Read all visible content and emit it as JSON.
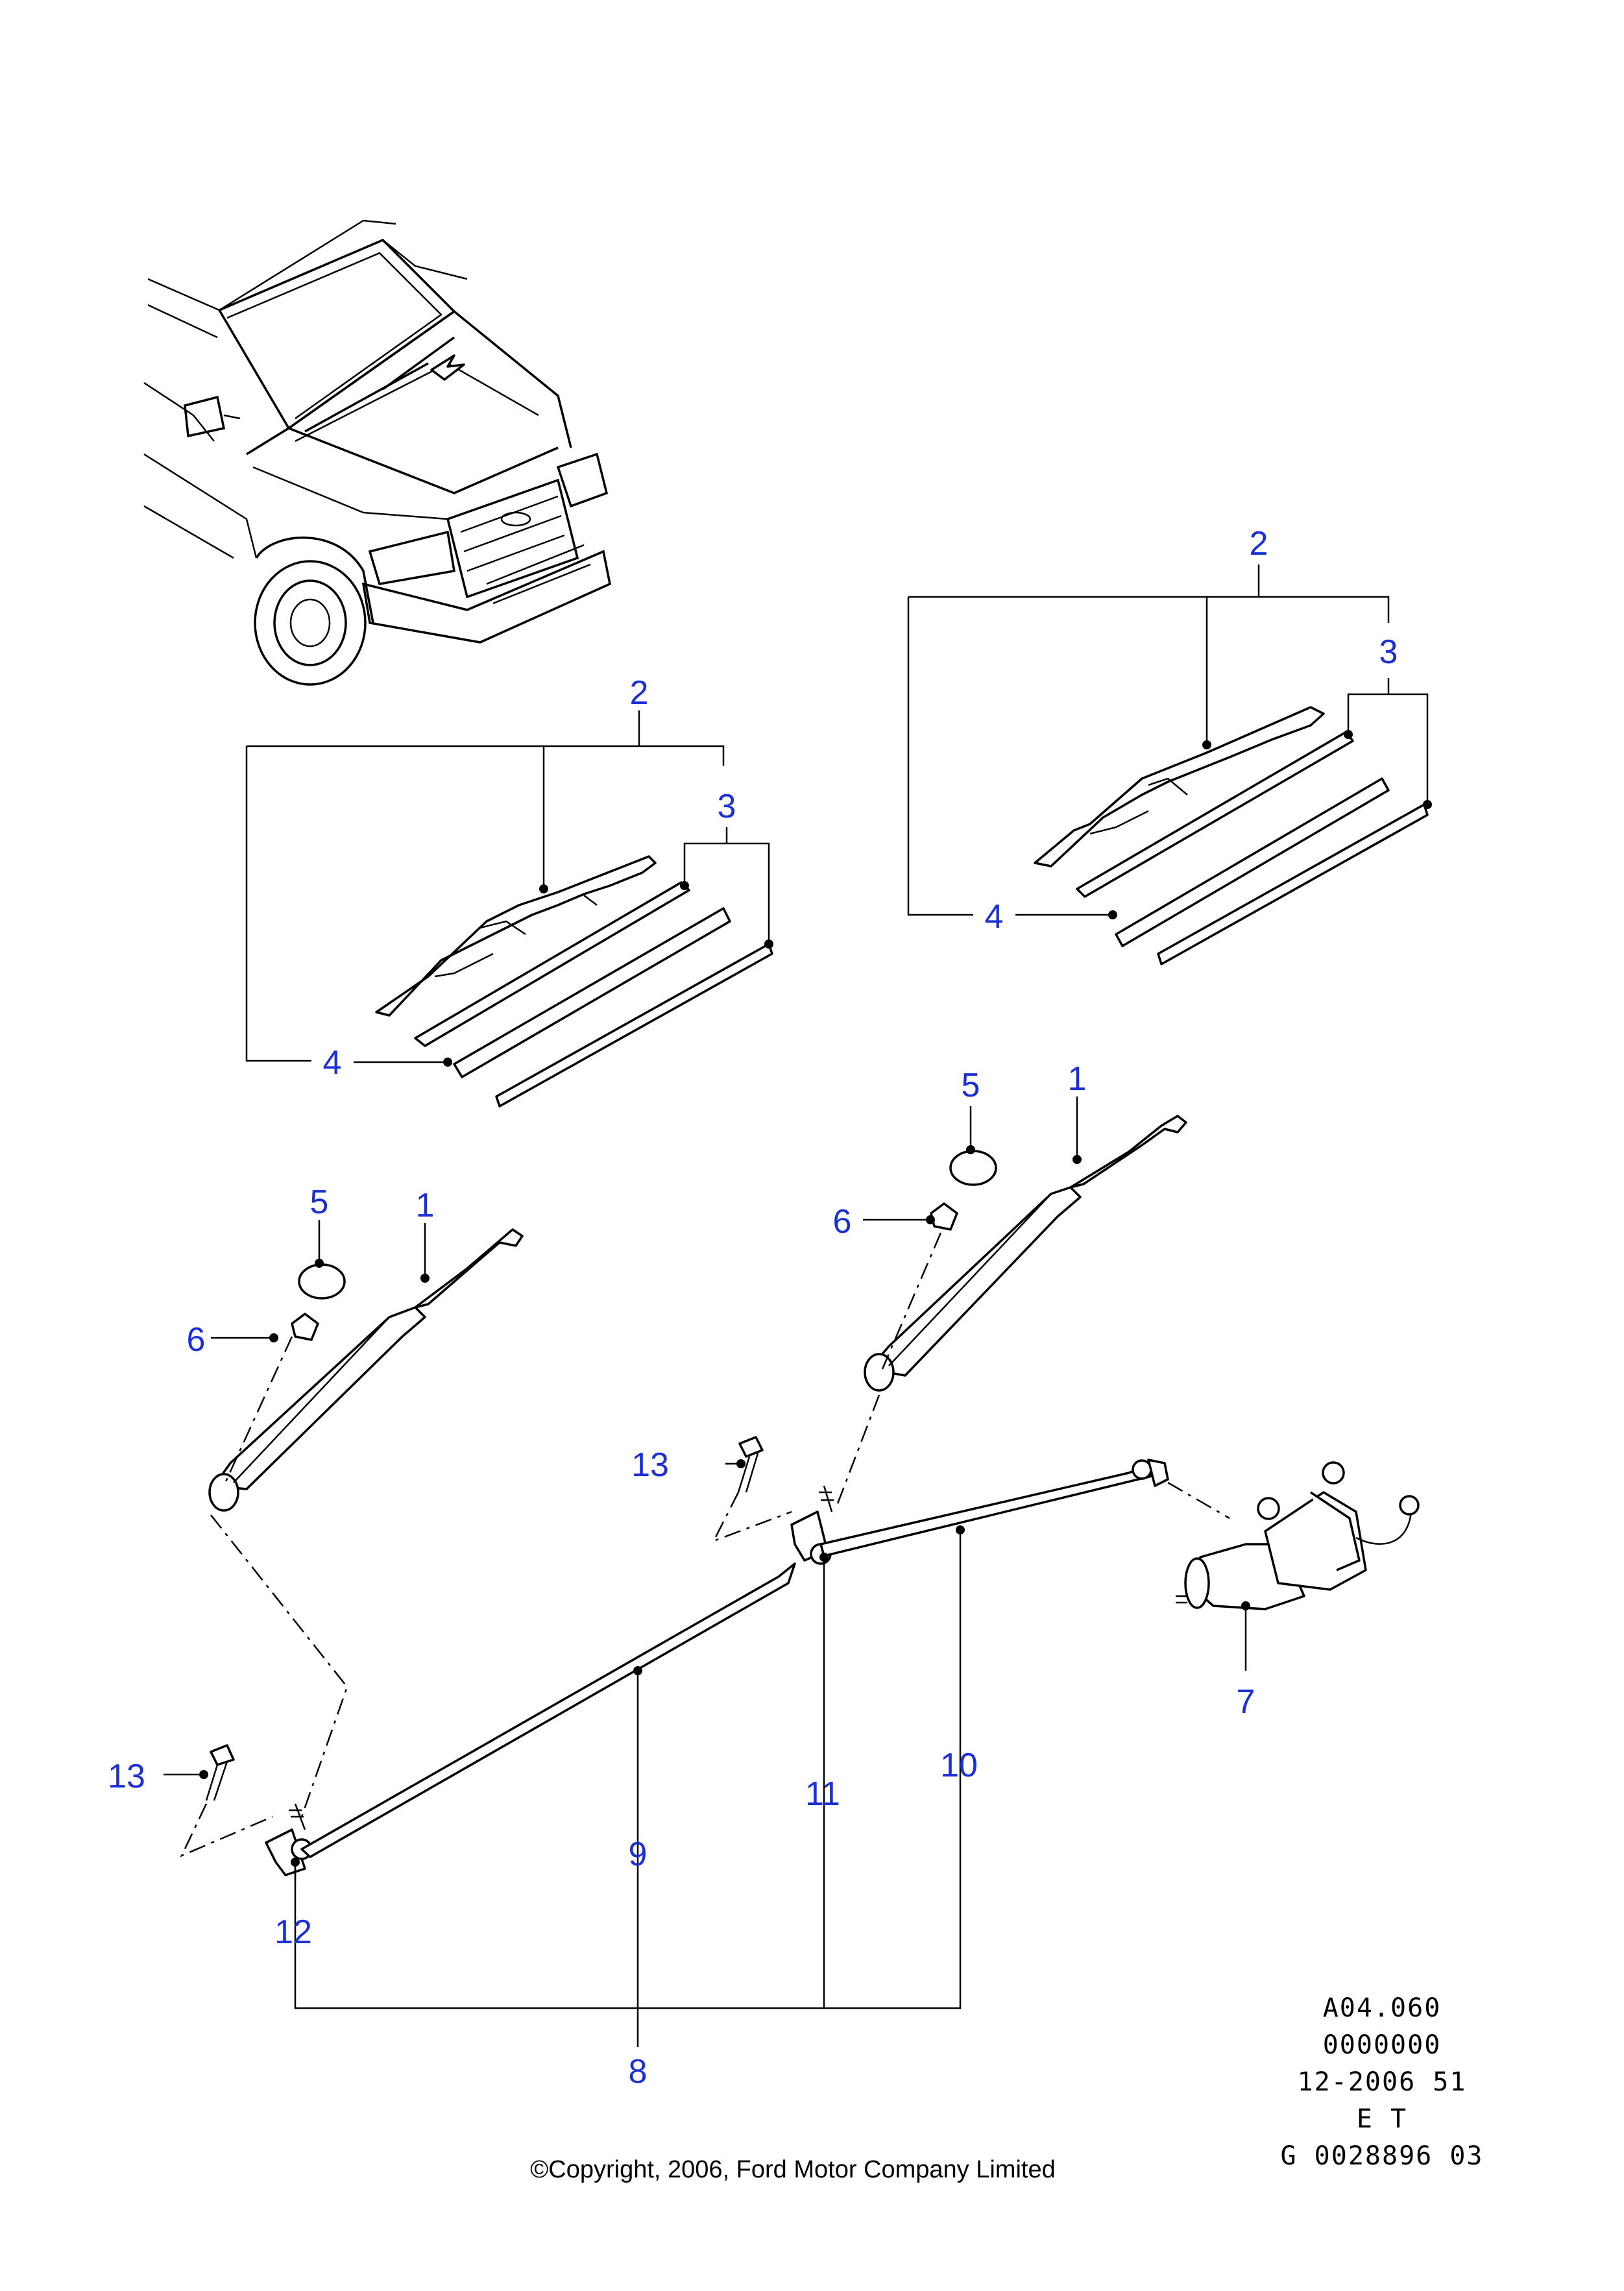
{
  "diagram": {
    "callouts": {
      "arm_left": "1",
      "arm_right": "1",
      "blade_assembly_left": "2",
      "blade_assembly_right": "2",
      "refill_left": "3",
      "refill_right": "3",
      "blade_left": "4",
      "blade_right": "4",
      "cap_left": "5",
      "cap_right": "5",
      "nut_left": "6",
      "nut_right": "6",
      "motor": "7",
      "linkage_assembly": "8",
      "link_long": "9",
      "link_motor": "10",
      "pivot_right": "11",
      "pivot_left": "12",
      "bolt_left": "13",
      "bolt_right": "13"
    },
    "reference": {
      "line1": "A04.060",
      "line2": "0000000",
      "line3": "12-2006 51",
      "line4": "E T",
      "line5": "G 0028896 03"
    },
    "copyright": "©Copyright, 2006, Ford Motor Company Limited"
  }
}
